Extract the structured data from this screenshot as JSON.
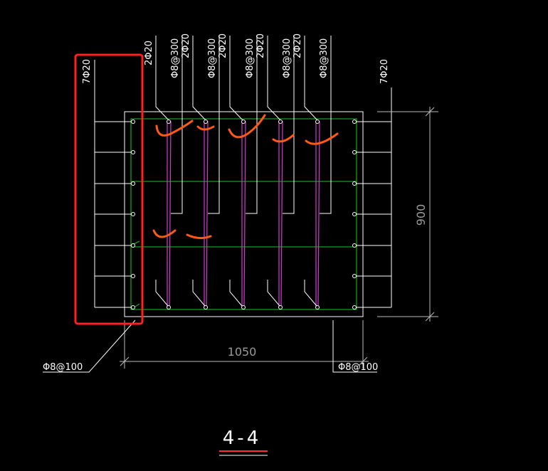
{
  "drawing": {
    "section_title": "4-4",
    "left_bar_label": "7Φ20",
    "right_bar_label": "7Φ20",
    "top_bar_label": "2Φ20",
    "stirrup_label": "Φ8@300",
    "tie_label_left": "Φ8@100",
    "tie_label_right": "Φ8@100",
    "width_dim": "1050",
    "height_dim": "900"
  },
  "colors": {
    "background": "#000000",
    "outline": "#ffffff",
    "ties": "#18c818",
    "stirrups": "#d13ad1",
    "markup": "#ff5a14",
    "highlight_box": "#ff2020",
    "title_underline": "#ff3030"
  }
}
